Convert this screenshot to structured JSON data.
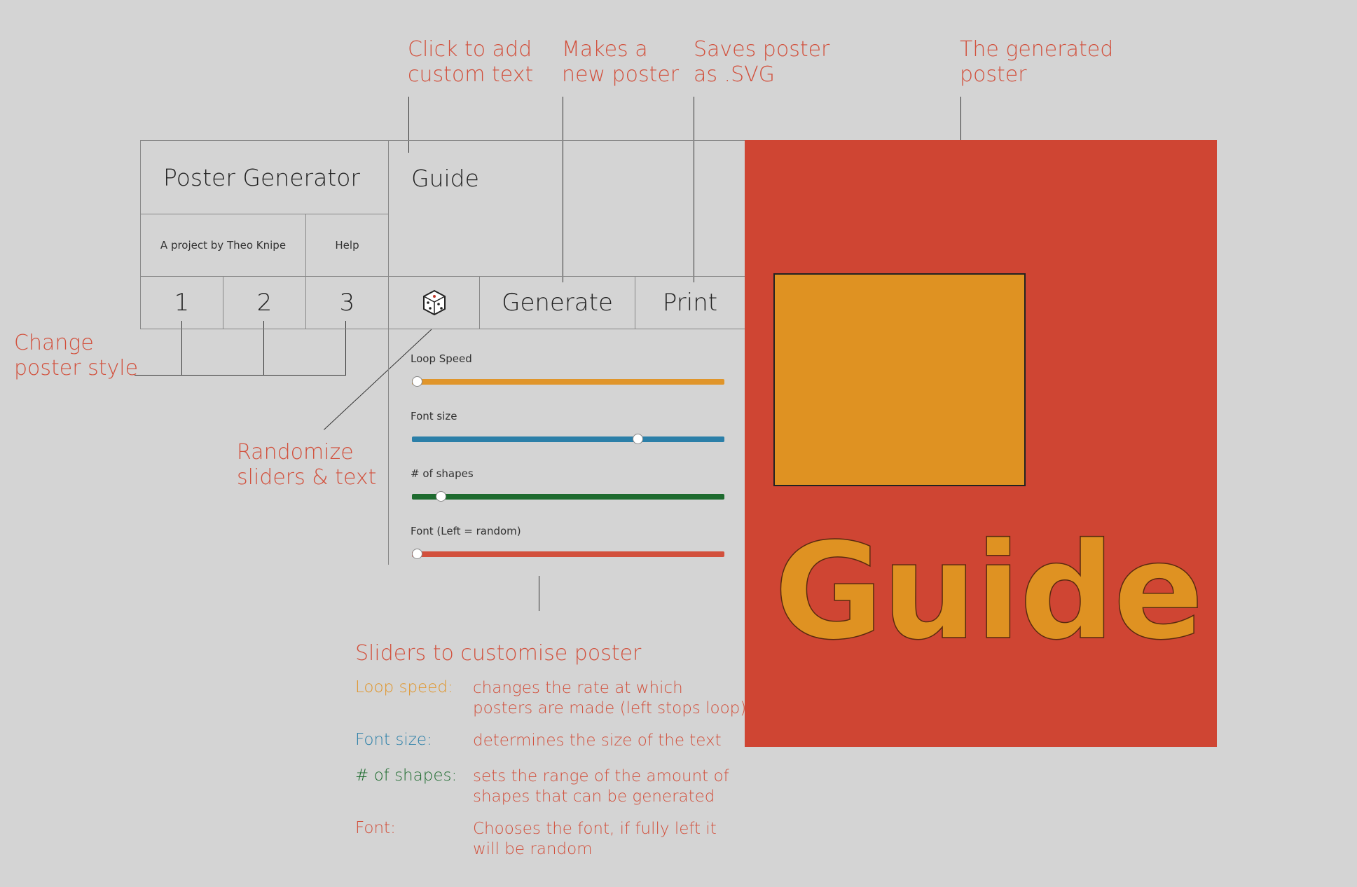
{
  "app": {
    "title": "Poster Generator",
    "byline": "A project by Theo Knipe",
    "help_label": "Help",
    "text_field_value": "Guide",
    "style_buttons": [
      "1",
      "2",
      "3"
    ],
    "randomize_icon": "dice-icon",
    "generate_label": "Generate",
    "print_label": "Print"
  },
  "sliders": [
    {
      "label": "Loop Speed",
      "color": "#e0952a",
      "value": 0.0
    },
    {
      "label": "Font size",
      "color": "#2b7fa8",
      "value": 0.73
    },
    {
      "label": "# of shapes",
      "color": "#1e6b2f",
      "value": 0.08
    },
    {
      "label": "Font (Left = random)",
      "color": "#d2503c",
      "value": 0.0
    }
  ],
  "poster": {
    "background": "#cf4533",
    "shape_color": "#df9222",
    "text": "Guide"
  },
  "annotations": {
    "custom_text": "Click to add\ncustom text",
    "new_poster": "Makes a\nnew poster",
    "saves": "Saves poster\nas .SVG",
    "generated": "The generated\nposter",
    "style": "Change\nposter style",
    "randomize": "Randomize\nsliders & text"
  },
  "legend": {
    "title": "Sliders to customise poster",
    "items": [
      {
        "key": "Loop speed:",
        "color": "#e0952a",
        "desc": "changes the rate at which\nposters are made (left stops loop)"
      },
      {
        "key": "Font size:",
        "color": "#2b7fa8",
        "desc": "determines the size of the text"
      },
      {
        "key": "# of shapes:",
        "color": "#1e6b2f",
        "desc": "sets the range of the amount of\nshapes that can be generated"
      },
      {
        "key": "Font:",
        "color": "#d2503c",
        "desc": "Chooses the font, if fully left it\nwill be random"
      }
    ]
  }
}
